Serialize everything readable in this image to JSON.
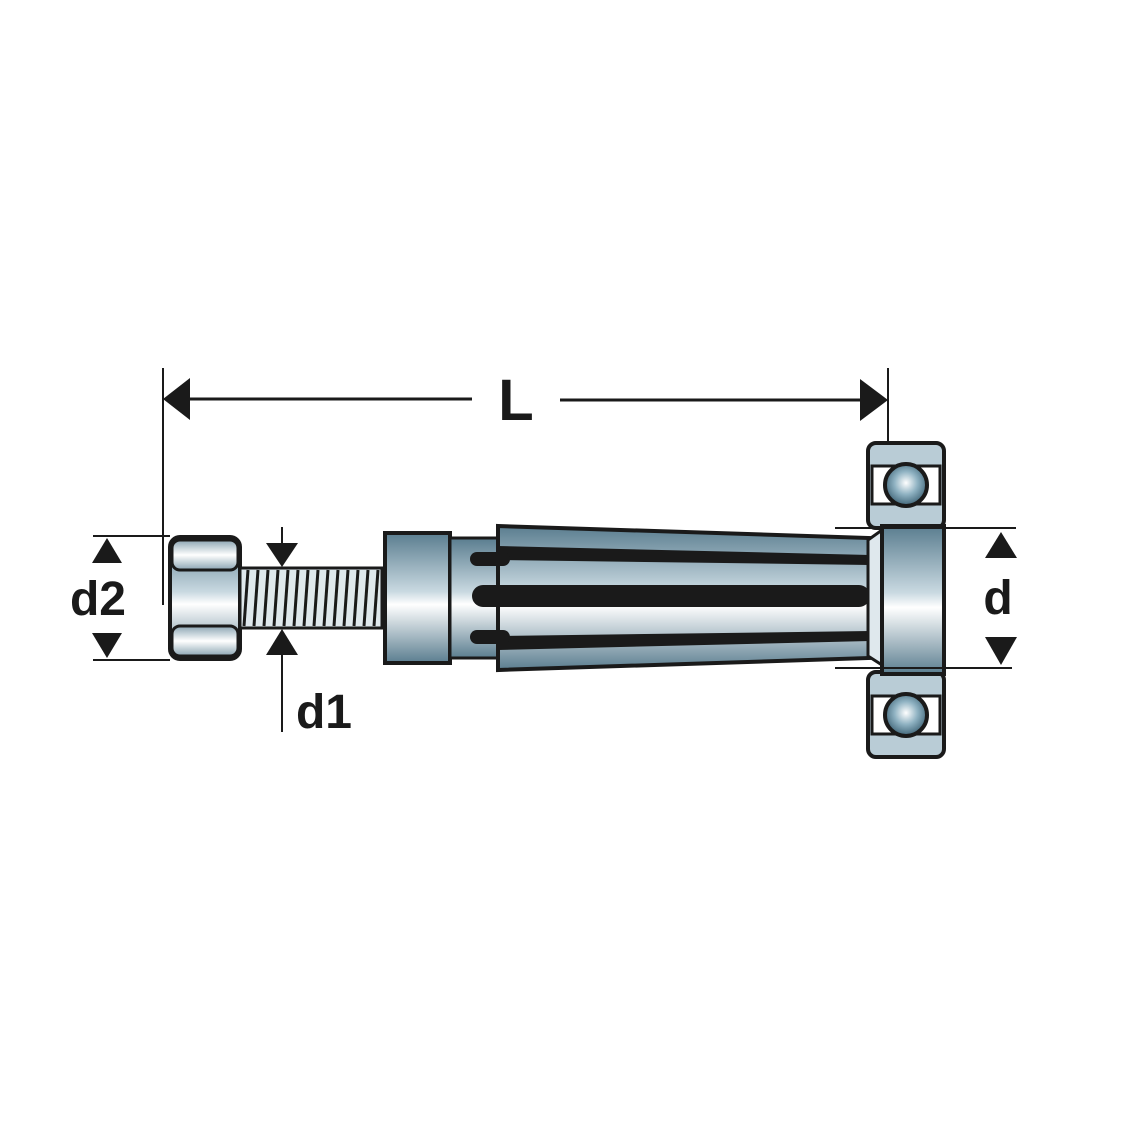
{
  "diagram": {
    "type": "technical-drawing",
    "subject": "taper collet mandrel with clamping screw and ball bearing",
    "dimensions": {
      "overall_length": {
        "label": "L"
      },
      "screw_head_diameter": {
        "label": "d2"
      },
      "thread_diameter": {
        "label": "d1"
      },
      "bore_diameter": {
        "label": "d"
      }
    },
    "parts": [
      "hex-head screw",
      "threaded shank",
      "collar nut",
      "slotted taper collet",
      "ball bearing"
    ],
    "colors": {
      "outline": "#1a1a1a",
      "steel_dark": "#4e7386",
      "steel_mid": "#a9c0cc",
      "steel_light": "#f4f8fa",
      "background": "#ffffff"
    }
  }
}
